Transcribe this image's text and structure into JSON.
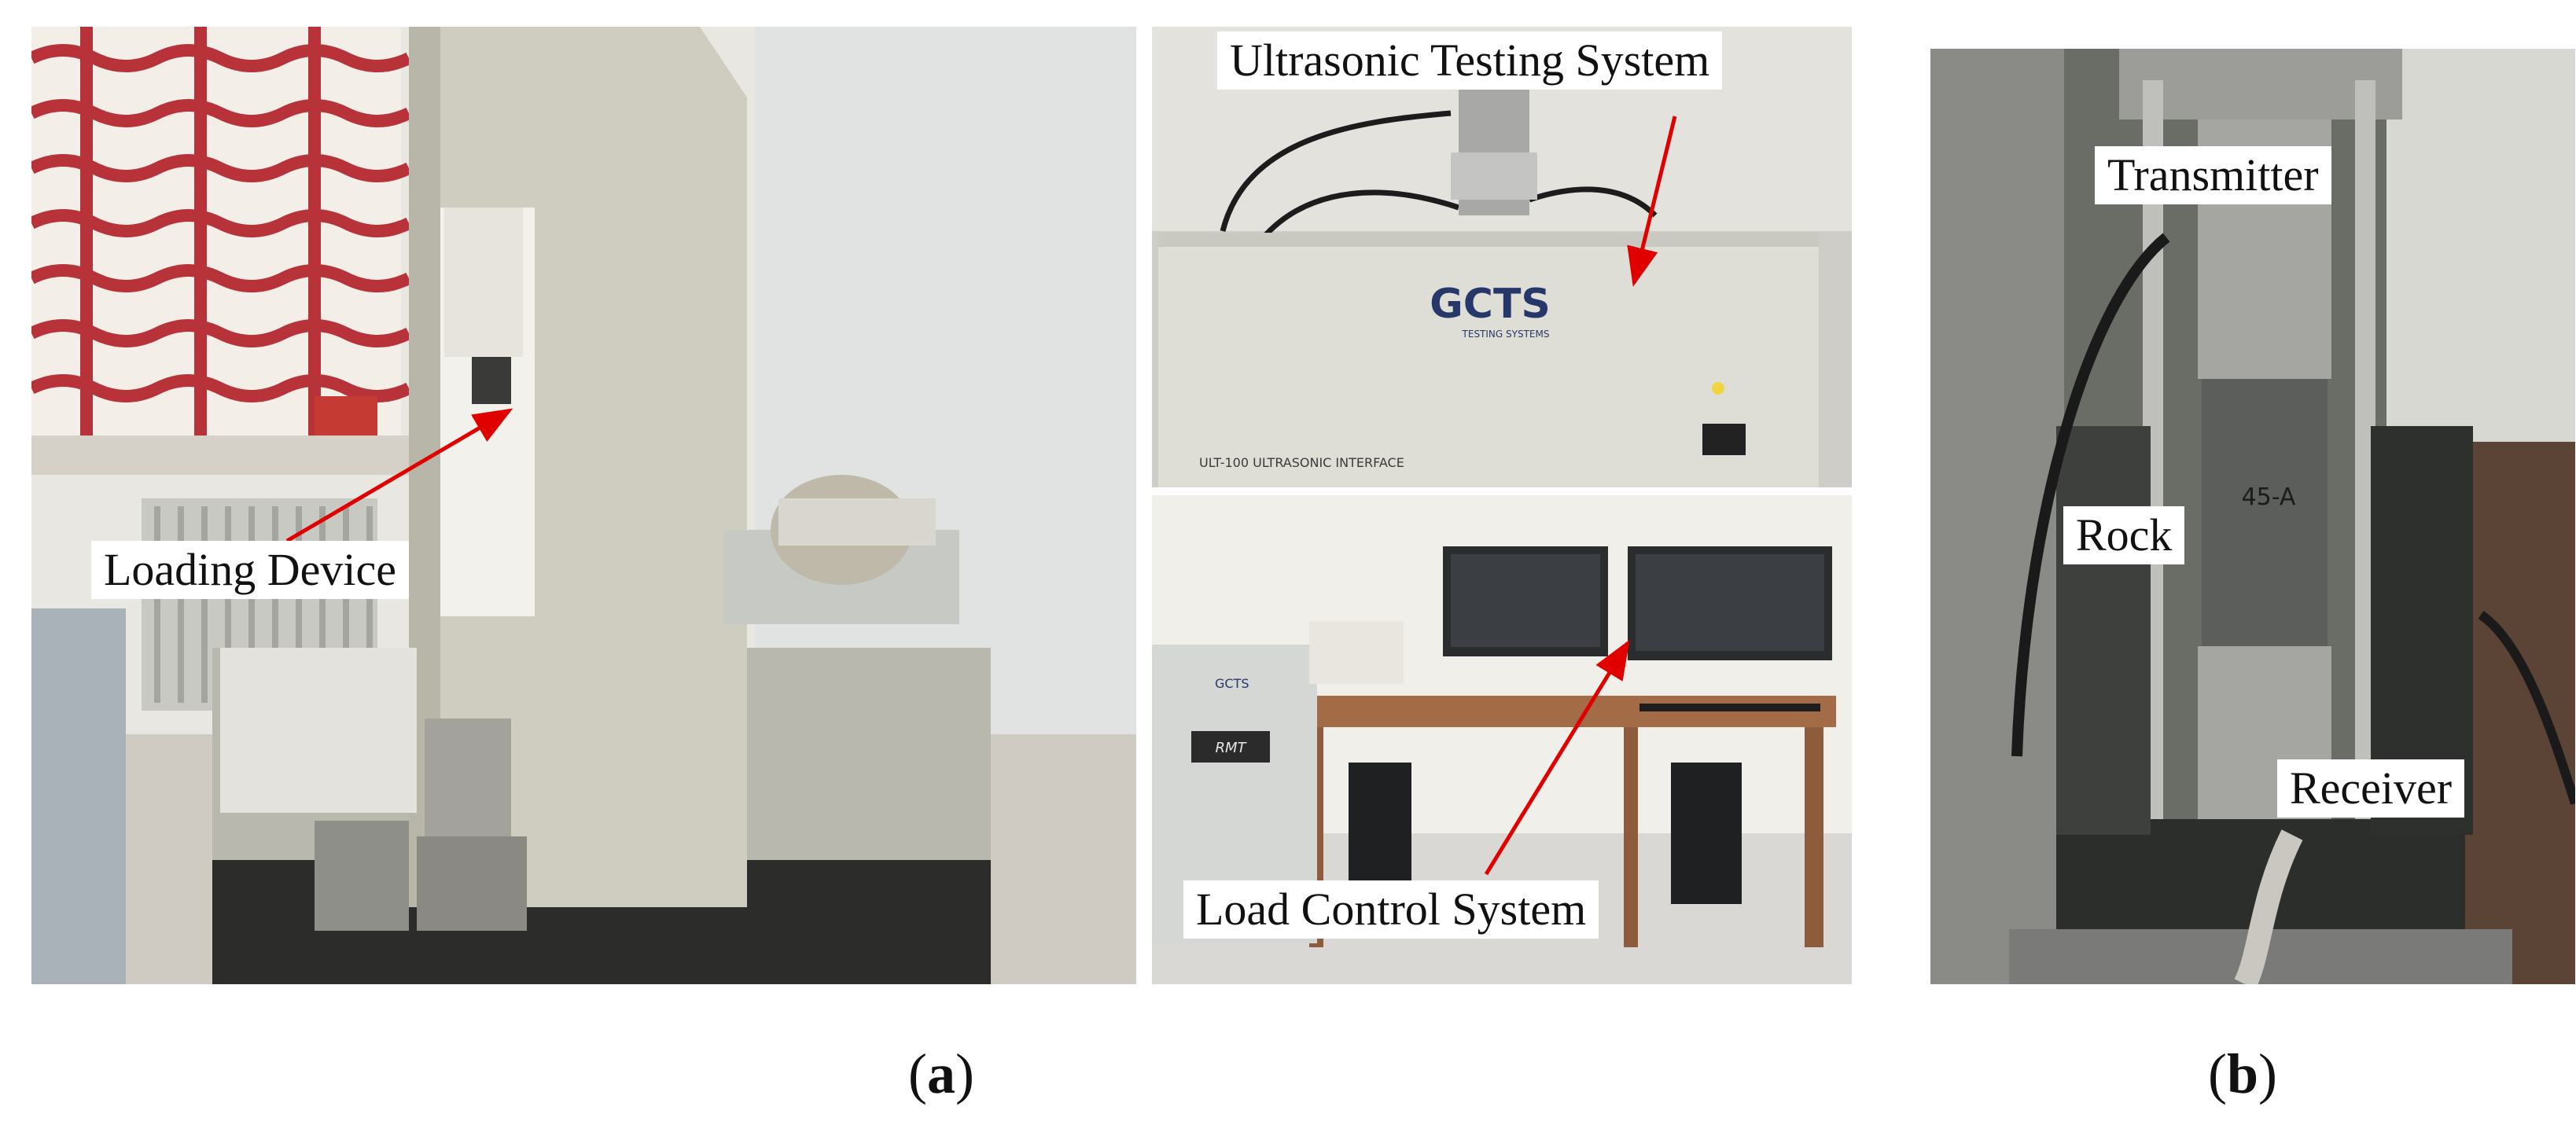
{
  "panels": {
    "a": {
      "caption_open": "(",
      "caption_letter": "a",
      "caption_close": ")",
      "labels": {
        "loading_device": "Loading Device",
        "ultrasonic_system": "Ultrasonic Testing System",
        "load_control": "Load Control System"
      },
      "monitor_text": {
        "brand": "GCTS",
        "brand_sub": "TESTING SYSTEMS",
        "interface": "ULT-100 ULTRASONIC INTERFACE",
        "cabinet_brand": "GCTS",
        "cabinet_rmt": "RMT"
      }
    },
    "b": {
      "caption_open": "(",
      "caption_letter": "b",
      "caption_close": ")",
      "labels": {
        "transmitter": "Transmitter",
        "rock": "Rock",
        "receiver": "Receiver"
      },
      "specimen_mark": "45-A"
    }
  },
  "colors": {
    "arrow": "#e00000",
    "label_bg": "#ffffff"
  }
}
